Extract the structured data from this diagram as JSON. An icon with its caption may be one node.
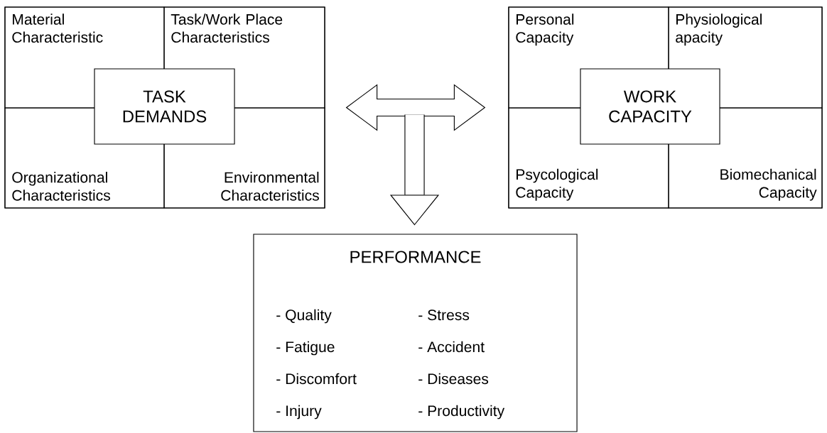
{
  "diagram": {
    "nodes": [
      {
        "text": [],
        "shape": "box"
      },
      {
        "text": [
          "Material Characteristic"
        ],
        "in": 0
      },
      {
        "text": [
          "Task/Work Place Characteristics"
        ],
        "in": 0
      },
      {
        "text": [
          "Organizational Characteristics"
        ],
        "in": 0
      },
      {
        "text": [
          "Environmental Characteristics"
        ],
        "in": 0
      },
      {
        "text": [
          "TASK DEMANDS"
        ],
        "in": 0
      },
      {
        "text": [],
        "shape": "box"
      },
      {
        "text": [
          "Personal Capacity"
        ],
        "in": 6
      },
      {
        "text": [
          "Physiological apacity"
        ],
        "in": 6
      },
      {
        "text": [
          "Psycological Capacity"
        ],
        "in": 6
      },
      {
        "text": [
          "Biomechanical Capacity"
        ],
        "in": 6
      },
      {
        "text": [
          "WORK CAPACITY"
        ],
        "in": 6
      },
      {
        "text": [
          "PERFORMANCE",
          "- Quality",
          "- Stress",
          "- Fatigue",
          "- Accident",
          "- Discomfort",
          "- Diseases",
          "- Injury",
          "- Productivity"
        ]
      }
    ],
    "edges": [
      {
        "from": 0,
        "to": 6,
        "arrow": "both"
      },
      {
        "from": null,
        "to": 12,
        "arrow": "to"
      }
    ]
  }
}
